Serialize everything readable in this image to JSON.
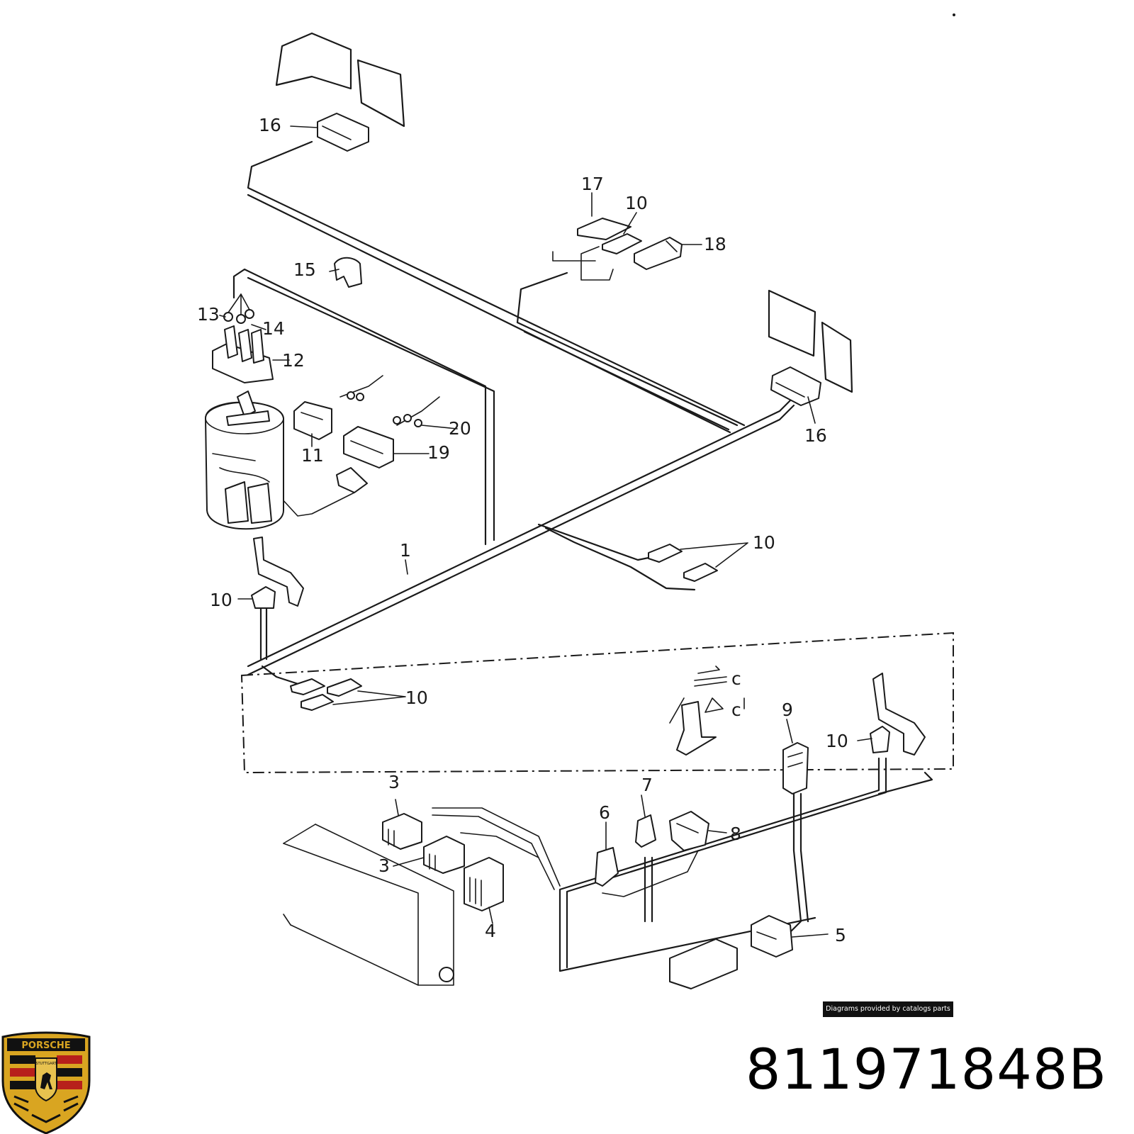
{
  "diagram": {
    "callouts": {
      "c1": "1",
      "c3a": "3",
      "c3b": "3",
      "c4": "4",
      "c5": "5",
      "c6": "6",
      "c7": "7",
      "c8": "8",
      "c9": "9",
      "c10a": "10",
      "c10b": "10",
      "c10c": "10",
      "c10d": "10",
      "c10e": "10",
      "c11": "11",
      "c12": "12",
      "c13": "13",
      "c14": "14",
      "c15": "15",
      "c16a": "16",
      "c16b": "16",
      "c17": "17",
      "c18": "18",
      "c19": "19",
      "c20": "20",
      "cca": "c",
      "ccb": "c"
    }
  },
  "watermark": "Diagrams provided by catalogs parts",
  "part_number": "811971848B",
  "logo": {
    "name": "porsche-crest",
    "top_text": "PORSCHE",
    "shield_text": "STUTTGART",
    "colors": {
      "gold": "#d9a521",
      "red": "#b7201b",
      "black": "#111111"
    }
  }
}
